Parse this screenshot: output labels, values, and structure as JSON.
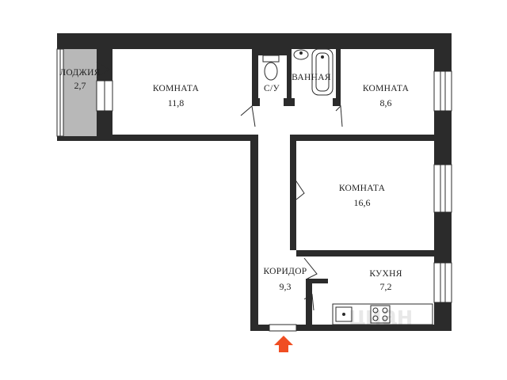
{
  "rooms": {
    "loggia": {
      "label": "ЛОДЖИЯ",
      "area": "2,7"
    },
    "room1": {
      "label": "КОМНАТА",
      "area": "11,8"
    },
    "wc": {
      "label": "С/У"
    },
    "bath": {
      "label": "ВАННАЯ"
    },
    "room2": {
      "label": "КОМНАТА",
      "area": "8,6"
    },
    "room3": {
      "label": "КОМНАТА",
      "area": "16,6"
    },
    "corridor": {
      "label": "КОРИДОР",
      "area": "9,3"
    },
    "kitchen": {
      "label": "КУХНЯ",
      "area": "7,2"
    }
  },
  "watermark": "циан",
  "colors": {
    "wall": "#2b2b2b",
    "loggia_fill": "#b8b8b8",
    "entrance_arrow": "#f04e23"
  }
}
